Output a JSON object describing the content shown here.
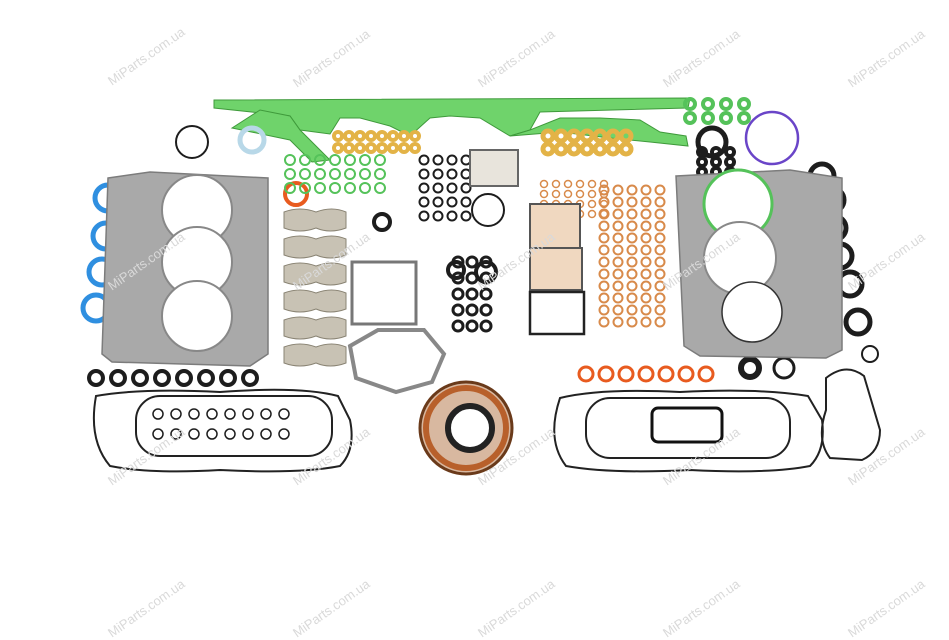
{
  "watermark": {
    "text": "MiParts.com.ua",
    "color": "#d9d9d9"
  },
  "colors": {
    "background": "#ffffff",
    "head_gasket": "#a9a9a9",
    "head_gasket_edge": "#7c7c7c",
    "oil_pan_gasket": "#6fd36b",
    "blue_ring": "#2f8fe0",
    "orange_ring": "#e85b1f",
    "brass": "#e3b347",
    "copper": "#d88a4a",
    "green_ring": "#55c25a",
    "black_ring": "#1d1d1d",
    "purple_ring": "#6a45c8",
    "paper_gasket": "#c8c2b4",
    "crank_seal": "#b8602b"
  },
  "icons": [
    "head-gasket",
    "o-ring",
    "oil-pan-gasket",
    "valve-cover-gasket",
    "manifold-gasket",
    "crankshaft-seal"
  ]
}
